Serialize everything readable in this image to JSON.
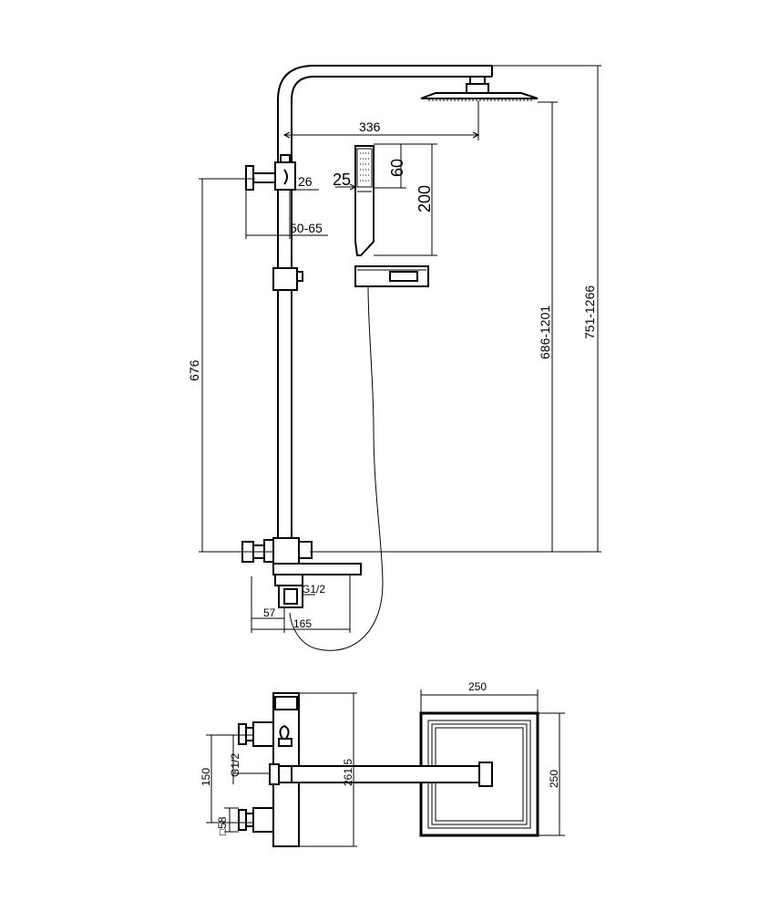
{
  "dimensions": {
    "arm_reach": "336",
    "handshower_top": "60",
    "handshower_width": "25",
    "handshower_length": "200",
    "holder_offset": "26",
    "holder_range": "50-65",
    "bar_height": "676",
    "head_height": "686-1201",
    "total_height": "751-1266",
    "inlet_thread": "G1/2",
    "mixer_depth": "57",
    "spout_reach": "165",
    "head_width": "250",
    "head_depth": "250",
    "inlet_spacing": "150",
    "body_height": "261.5",
    "inlet_thread_side": "G1/2",
    "square_size": "□58"
  }
}
